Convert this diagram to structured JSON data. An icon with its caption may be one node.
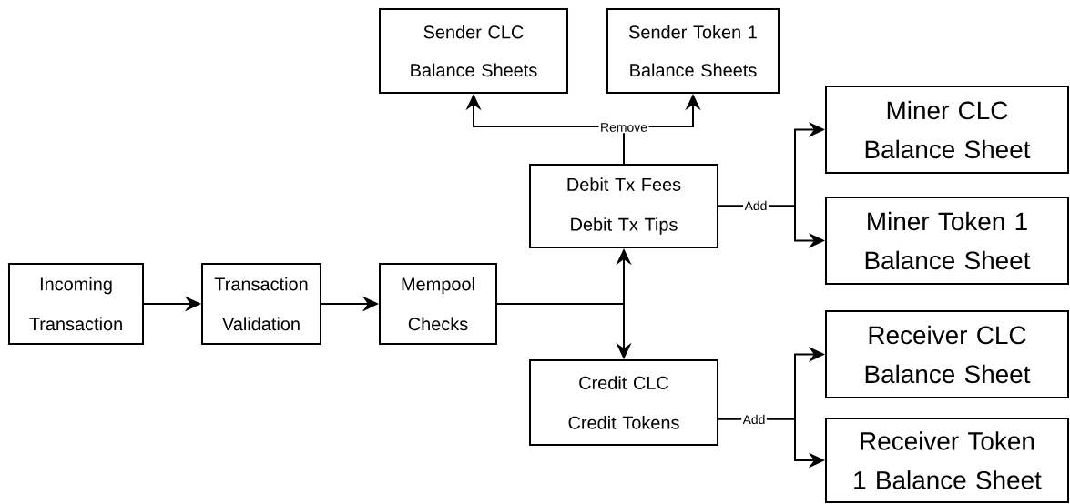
{
  "diagram": {
    "nodes": [
      {
        "text": [
          "Incoming Transaction"
        ]
      },
      {
        "text": [
          "Transaction Validation"
        ]
      },
      {
        "text": [
          "Mempool Checks"
        ]
      },
      {
        "text": [
          "Sender CLC Balance Sheets"
        ]
      },
      {
        "text": [
          "Sender Token 1 Balance Sheets"
        ]
      },
      {
        "text": [
          "Debit Tx Fees",
          "Debit Tx Tips"
        ]
      },
      {
        "text": [
          "Credit CLC",
          "Credit Tokens"
        ]
      },
      {
        "text": [
          "Miner CLC Balance Sheet"
        ]
      },
      {
        "text": [
          "Miner Token 1 Balance Sheet"
        ]
      },
      {
        "text": [
          "Receiver CLC Balance Sheet"
        ]
      },
      {
        "text": [
          "Receiver Token 1 Balance Sheet"
        ]
      }
    ],
    "edges": [
      {
        "from": 0,
        "to": 1,
        "arrow": "to"
      },
      {
        "from": 1,
        "to": 2,
        "arrow": "to"
      },
      {
        "from": 2,
        "to": 5,
        "arrow": "to"
      },
      {
        "from": 2,
        "to": 6,
        "arrow": "to"
      },
      {
        "from": 5,
        "to": 3,
        "arrow": "to",
        "label": "Remove"
      },
      {
        "from": 5,
        "to": 4,
        "arrow": "to"
      },
      {
        "from": 5,
        "to": 7,
        "arrow": "to",
        "label": "Add"
      },
      {
        "from": 5,
        "to": 8,
        "arrow": "to"
      },
      {
        "from": 6,
        "to": 9,
        "arrow": "to",
        "label": "Add"
      },
      {
        "from": 6,
        "to": 10,
        "arrow": "to"
      }
    ]
  }
}
